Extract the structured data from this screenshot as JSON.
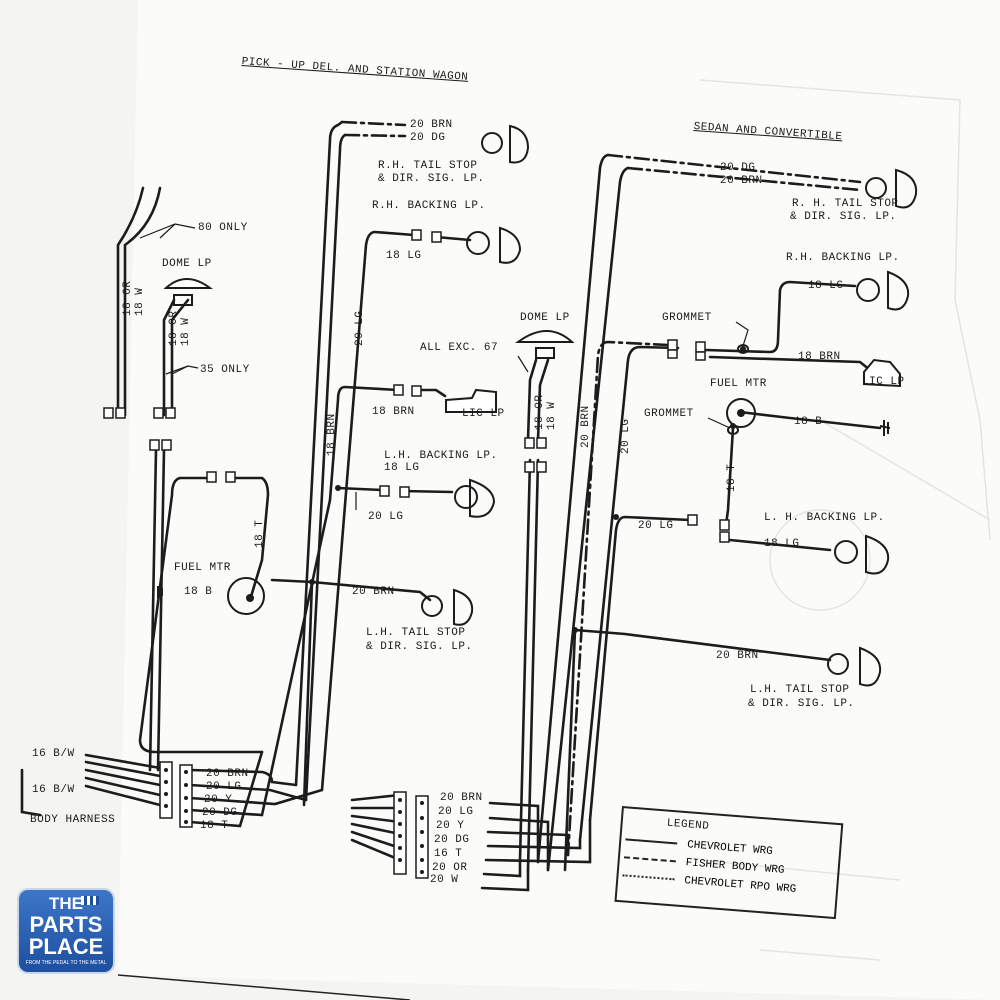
{
  "pickup": {
    "title": "PICK - UP DEL. AND STATION WAGON",
    "rh_tail": [
      "20 BRN",
      "20 DG"
    ],
    "rh_tail_label": [
      "R.H. TAIL STOP",
      "& DIR. SIG. LP."
    ],
    "rh_backing_label": "R.H. BACKING LP.",
    "rh_backing_wire": "18 LG",
    "only_80": "80 ONLY",
    "dome_lp": "DOME LP",
    "only_35": "35 ONLY",
    "vert_or_w_upper": [
      "18 OR",
      "18 W"
    ],
    "vert_or_w_lower": [
      "18 OR",
      "18 W"
    ],
    "lg_vertical": "20 LG",
    "brn_vertical": "18 BRN",
    "lic_wire": "18 BRN",
    "lic_lp": "LIC LP",
    "lh_backing_label": "L.H. BACKING LP.",
    "lh_backing_lg": "18 LG",
    "lh_backing_lg2": "20 LG",
    "fuel_mtr": "FUEL MTR",
    "fuel_b": "18 B",
    "fuel_t": "18 T",
    "lh_tail_wire": "20 BRN",
    "lh_tail_label": [
      "L.H. TAIL STOP",
      "& DIR. SIG. LP."
    ],
    "harness_left": [
      "16 B/W",
      "16 B/W"
    ],
    "body_harness": "BODY HARNESS",
    "connector_wires": [
      "20 BRN",
      "20 LG",
      "20 Y",
      "20 DG",
      "18 T"
    ]
  },
  "sedan": {
    "title": "SEDAN AND CONVERTIBLE",
    "rh_tail": [
      "20 DG",
      "20 BRN"
    ],
    "rh_tail_label": [
      "R. H. TAIL STOP",
      "& DIR. SIG. LP."
    ],
    "rh_backing_label": "R.H. BACKING LP.",
    "rh_backing_wire": "18 LG",
    "grommet_upper": "GROMMET",
    "brn_wire": "18 BRN",
    "lic_lp": "LIC LP",
    "dome_lp": "DOME LP",
    "all_exc": "ALL EXC. 67",
    "vert_or_w": [
      "18 OR",
      "18 W"
    ],
    "brn_vertical": "20 BRN",
    "lg_vertical": "20 LG",
    "fuel_mtr": "FUEL MTR",
    "grommet_lower": "GROMMET",
    "fuel_b": "18 B",
    "fuel_t": "18 T",
    "lg_short": "20 LG",
    "lh_backing_label": "L. H. BACKING LP.",
    "lh_backing_wire": "18 LG",
    "lh_tail_wire": "20 BRN",
    "lh_tail_label": [
      "L.H. TAIL STOP",
      "& DIR. SIG. LP."
    ],
    "connector_wires": [
      "20 BRN",
      "20 LG",
      "20 Y",
      "20 DG",
      "16 T",
      "20 OR",
      "20 W"
    ]
  },
  "legend": {
    "title": "LEGEND",
    "items": [
      "CHEVROLET WRG",
      "FISHER BODY WRG",
      "CHEVROLET RPO WRG"
    ]
  },
  "logo": {
    "lines": [
      "THE",
      "PARTS",
      "PLACE"
    ],
    "tagline": "FROM THE PEDAL TO THE METAL",
    "colors": {
      "background": "#1e4fa0",
      "text": "#ffffff"
    }
  }
}
